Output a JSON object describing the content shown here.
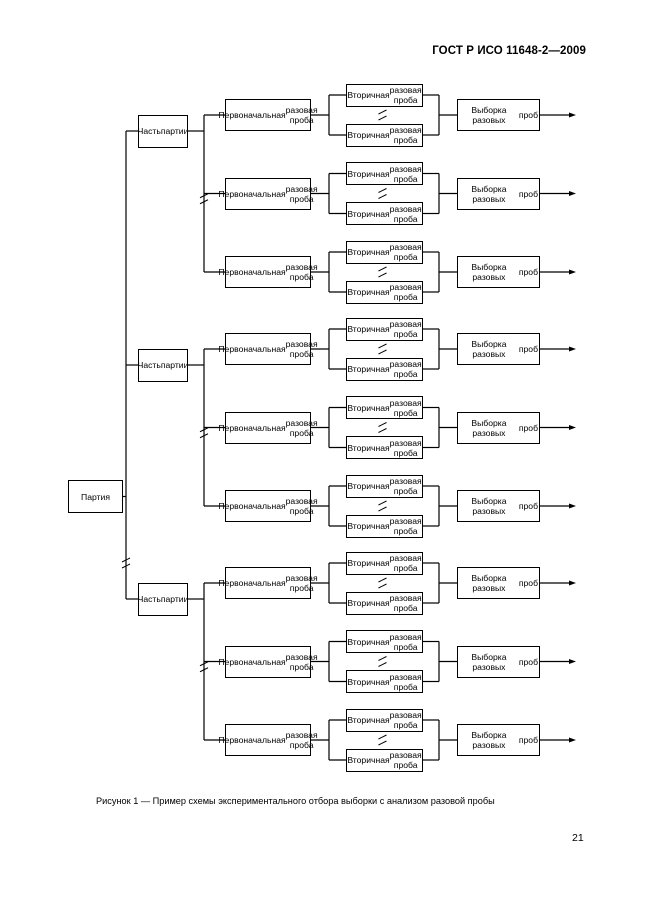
{
  "header": {
    "standard": "ГОСТ Р ИСО 11648-2—2009"
  },
  "diagram": {
    "root_label": "Партия",
    "part_label": [
      "Часть",
      "партии"
    ],
    "primary_label": [
      "Первоначальная",
      "разовая проба"
    ],
    "secondary_label": [
      "Вторичная",
      "разовая проба"
    ],
    "output_label": [
      "Выборка разовых",
      "проб"
    ],
    "parts_count": 3,
    "primaries_per_part": 3,
    "secondaries_per_primary": 2
  },
  "caption": "Рисунок 1 — Пример схемы экспериментального отбора выборки с анализом разовой пробы",
  "page_number": "21"
}
